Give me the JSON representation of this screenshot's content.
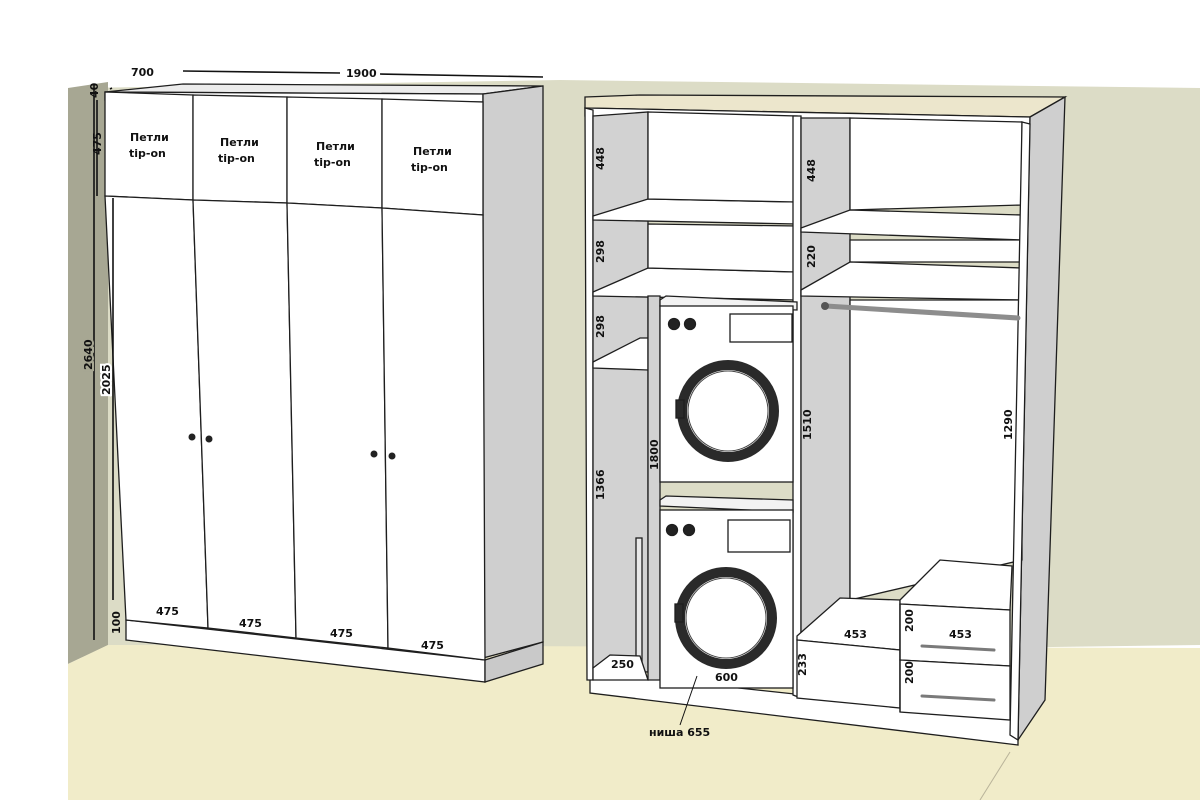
{
  "dimensions": {
    "depth": "700",
    "total_width": "1900",
    "top_panel": "40",
    "mezzanine_height": "475",
    "total_height": "2640",
    "door_height": "2025",
    "plinth": "100",
    "door_widths": [
      "475",
      "475",
      "475",
      "475"
    ],
    "left_shelf_1": "448",
    "left_shelf_2": "298",
    "left_shelf_3": "298",
    "left_lower": "1366",
    "machine_column": "1800",
    "left_bottom": "250",
    "machine_width": "600",
    "niche": "ниша 655",
    "right_shelf_1": "448",
    "right_shelf_2": "220",
    "right_middle": "1510",
    "rod_space": "1290",
    "drawer_section_width": "453",
    "drawer_width": "453",
    "drawer_1": "200",
    "drawer_2": "200",
    "bottom_right": "233"
  },
  "labels": {
    "hinges_line1": "Петли",
    "hinges_line2": "tip-on"
  },
  "colors": {
    "wall": "#dcdcc6",
    "wall_side": "#a7a793",
    "floor": "#f1ecc9",
    "panel_white": "#ffffff",
    "panel_grey": "#d2d2d2",
    "side_panel": "#cfcfcf",
    "outline": "#1e1e1e"
  }
}
